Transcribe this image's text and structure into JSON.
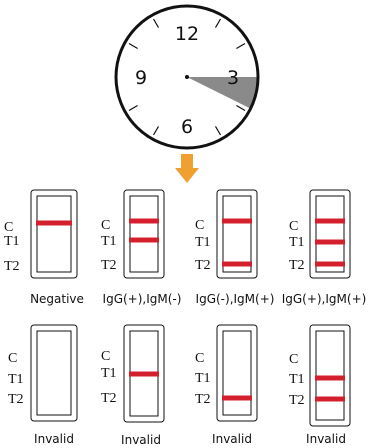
{
  "clock": {
    "numbers": {
      "twelve": "12",
      "three": "3",
      "six": "6",
      "nine": "9"
    }
  },
  "colors": {
    "line_color": "#111111",
    "band_color": "#d4202c",
    "arrow_color": "#f0a030",
    "wedge_color": "#8a8a8a"
  },
  "icons": {
    "arrow": "arrow-down-icon"
  },
  "band_labels": {
    "c": "C",
    "t1": "T1",
    "t2": "T2"
  },
  "results": [
    {
      "label": "Negative",
      "bands": {
        "c": true,
        "t1": false,
        "t2": false
      }
    },
    {
      "label": "IgG(+),IgM(-)",
      "bands": {
        "c": true,
        "t1": true,
        "t2": false
      }
    },
    {
      "label": "IgG(-),IgM(+)",
      "bands": {
        "c": true,
        "t1": false,
        "t2": true
      }
    },
    {
      "label": "IgG(+),IgM(+)",
      "bands": {
        "c": true,
        "t1": true,
        "t2": true
      }
    },
    {
      "label": "Invalid",
      "bands": {
        "c": false,
        "t1": false,
        "t2": false
      }
    },
    {
      "label": "Invalid",
      "bands": {
        "c": false,
        "t1": true,
        "t2": false
      }
    },
    {
      "label": "Invalid",
      "bands": {
        "c": false,
        "t1": false,
        "t2": true
      }
    },
    {
      "label": "Invalid",
      "bands": {
        "c": false,
        "t1": true,
        "t2": true
      }
    }
  ]
}
